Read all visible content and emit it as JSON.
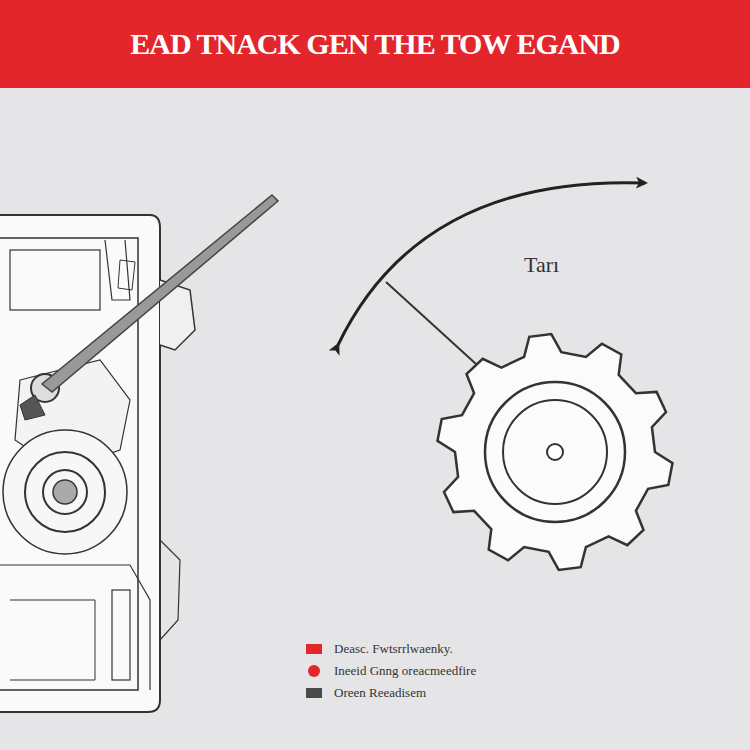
{
  "diagram": {
    "title": "EAD TNACK GEN THE TOW EGAND",
    "labels": [
      "Tarı"
    ],
    "legend": [
      {
        "text": "Deasc. Fwtsrrlwaenky.",
        "color": "#e2262c"
      },
      {
        "text": "Ineeid Gnng oreacmeedfire",
        "color": "#e2262c"
      },
      {
        "text": "Oreen Reeadisem",
        "color": "#4a4a4a"
      }
    ]
  }
}
